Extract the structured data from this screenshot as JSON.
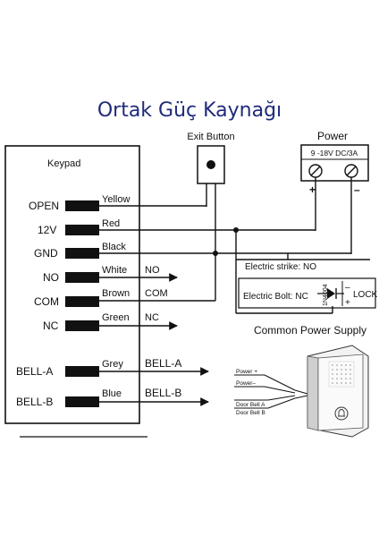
{
  "title": "Ortak Güç Kaynağı",
  "colors": {
    "title": "#1f2a7a",
    "line": "#111111"
  },
  "exit_button": {
    "label": "Exit Button"
  },
  "power": {
    "label": "Power",
    "rating": "9 -18V  DC/3A",
    "plus": "+",
    "minus": "–"
  },
  "keypad": {
    "label": "Keypad",
    "terminals": [
      "OPEN",
      "12V",
      "GND",
      "NO",
      "COM",
      "NC",
      "BELL-A",
      "BELL-B"
    ]
  },
  "wires": {
    "open": "Yellow",
    "v12": "Red",
    "gnd": "Black",
    "no": "White",
    "com": "Brown",
    "nc": "Green",
    "bella": "Grey",
    "bellb": "Blue"
  },
  "outputs": {
    "no": "NO",
    "com": "COM",
    "nc": "NC",
    "bella": "BELL-A",
    "bellb": "BELL-B"
  },
  "lock_box": {
    "strike": "Electric strike: NO",
    "bolt": "Electric Bolt: NC",
    "diode": "1N4004",
    "lock": "LOCK",
    "minus": "–",
    "plus": "+"
  },
  "caption": "Common Power Supply",
  "doorbell": {
    "labels": [
      "Power +",
      "Power–",
      "Door Bell A",
      "Door Bell  B"
    ]
  }
}
